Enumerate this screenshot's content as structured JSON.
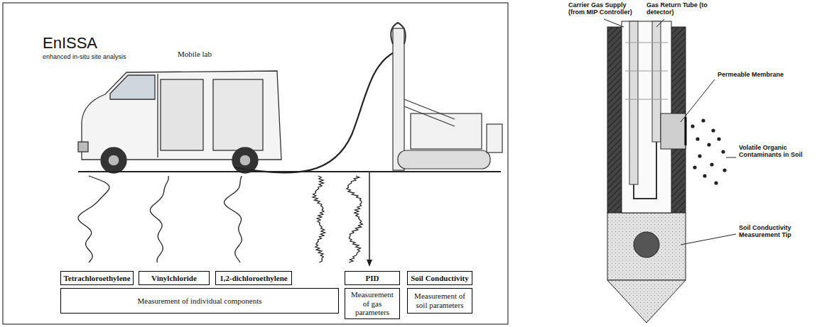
{
  "diagram": {
    "nodes": [
      {
        "text": [
          "Tetrachloroethylene"
        ]
      },
      {
        "text": [
          "Vinylchloride"
        ]
      },
      {
        "text": [
          "1,2-dichloroethylene"
        ]
      },
      {
        "text": [
          "PID"
        ]
      },
      {
        "text": [
          "Soil Conductivity"
        ]
      },
      {
        "text": [
          "Measurement of individual components"
        ]
      },
      {
        "text": [
          "Measurement of gas parameters"
        ]
      },
      {
        "text": [
          "Measurement of soil parameters"
        ]
      }
    ],
    "labels": [
      "EnISSA",
      "enhanced in-situ site analysis",
      "Mobile lab",
      "Carrier Gas Supply (from MIP Controller)",
      "Gas Return Tube (to detector)",
      "Permeable Membrane",
      "Volatile Organic Contaminants in Soil",
      "Soil Conductivity Measurement Tip"
    ]
  }
}
